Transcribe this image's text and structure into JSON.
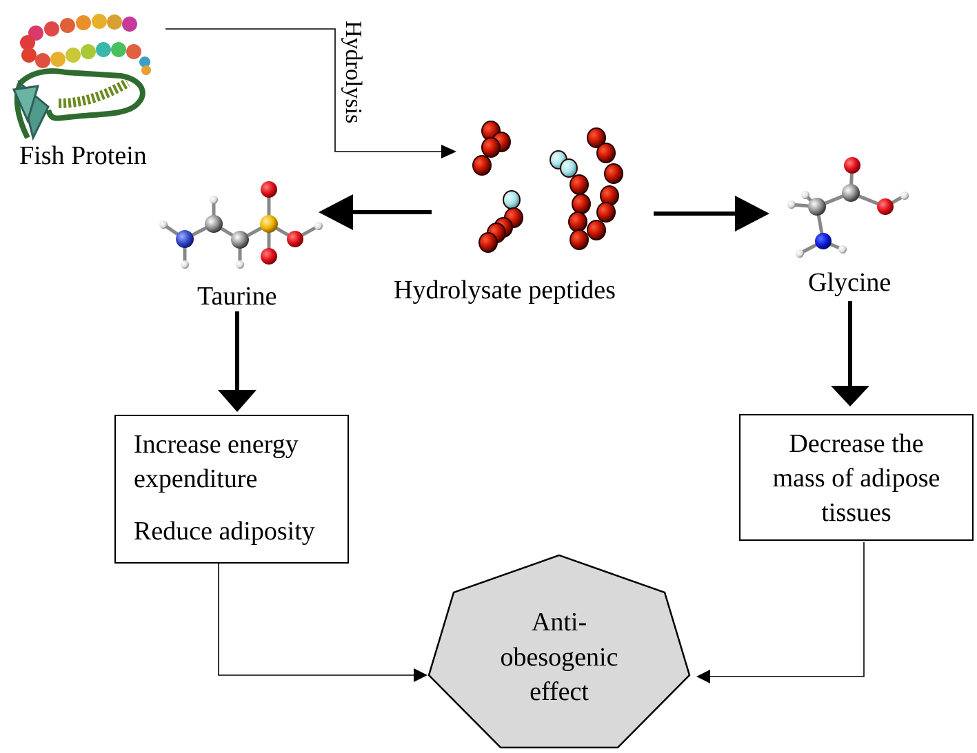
{
  "diagram": {
    "nodes": {
      "fish_protein": "Fish Protein",
      "hydrolysis": "Hydrolysis",
      "peptides": "Hydrolysate peptides",
      "taurine": "Taurine",
      "glycine": "Glycine",
      "taurine_effect_1": "Increase energy expenditure",
      "taurine_effect_2": "Reduce adiposity",
      "glycine_effect": "Decrease the mass of adipose tissues",
      "result": "Anti-obesogenic effect"
    },
    "lines": {
      "taurine_effect_1": [
        "Increase energy",
        "expenditure"
      ],
      "taurine_effect_2": [
        "Reduce adiposity"
      ],
      "glycine_effect": [
        "Decrease the",
        "mass of adipose",
        "tissues"
      ],
      "result": [
        "Anti-",
        "obesogenic",
        "effect"
      ]
    },
    "edges": [
      {
        "from": "fish_protein",
        "to": "peptides",
        "label": "Hydrolysis"
      },
      {
        "from": "peptides",
        "to": "taurine"
      },
      {
        "from": "peptides",
        "to": "glycine"
      },
      {
        "from": "taurine",
        "to": "taurine_effects"
      },
      {
        "from": "glycine",
        "to": "glycine_effect"
      },
      {
        "from": "taurine_effects",
        "to": "result"
      },
      {
        "from": "glycine_effect",
        "to": "result"
      }
    ],
    "colors": {
      "peptide_red": "#c81400",
      "peptide_cyan": "#a8e4ea",
      "result_fill": "#d9d9d9",
      "oxygen_red": "#e0101a",
      "sulfur_yellow": "#f0b400",
      "nitrogen_blue": "#3348c8",
      "carbon_gray": "#9a9a9a"
    },
    "icons": [
      "fish-protein-chain-icon",
      "peptide-chains-icon",
      "taurine-molecule-icon",
      "glycine-molecule-icon"
    ]
  }
}
